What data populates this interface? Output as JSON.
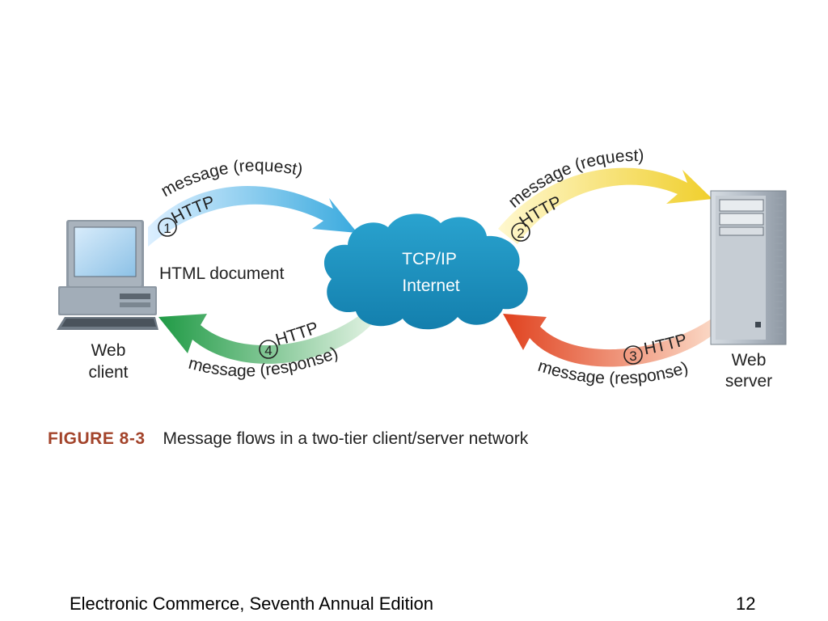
{
  "colors": {
    "figure_label": "#a3442b",
    "arrow_request_left": "#5fb6df",
    "arrow_request_right": "#f2d23c",
    "arrow_response_left": "#2f9e4a",
    "arrow_response_right": "#e2552a",
    "cloud": "#1a8fbd"
  },
  "diagram": {
    "client_label_line1": "Web",
    "client_label_line2": "client",
    "server_label_line1": "Web",
    "server_label_line2": "server",
    "cloud_line1": "TCP/IP",
    "cloud_line2": "Internet",
    "html_document": "HTML document",
    "step1_number": "1",
    "step2_number": "2",
    "step3_number": "3",
    "step4_number": "4",
    "protocol": "HTTP",
    "request_message": "message (request)",
    "response_message": "message (response)"
  },
  "caption": {
    "figure_label": "FIGURE 8-3",
    "text": "Message flows in a two-tier client/server network"
  },
  "footer": {
    "title": "Electronic Commerce, Seventh Annual Edition",
    "page": "12"
  }
}
